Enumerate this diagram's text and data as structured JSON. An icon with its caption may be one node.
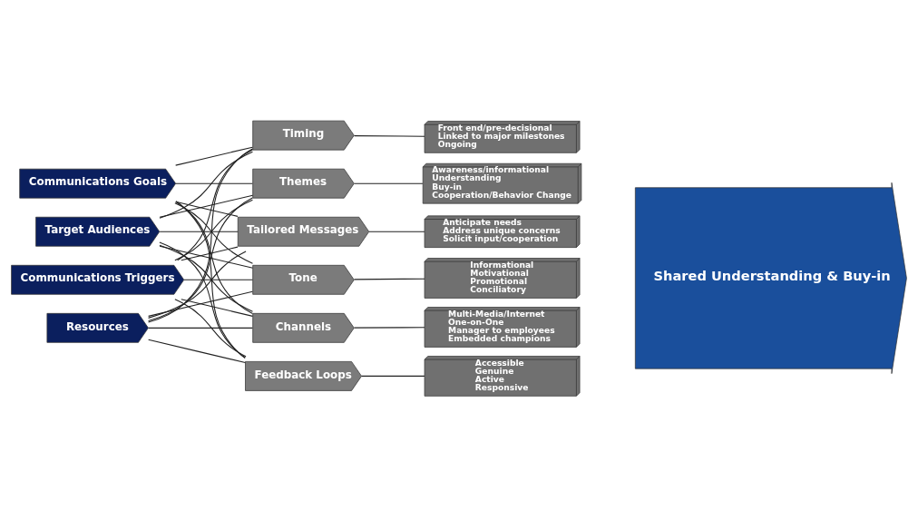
{
  "diagram": {
    "nodes": [
      {
        "text": [
          "Communications Goals"
        ]
      },
      {
        "text": [
          "Target Audiences"
        ]
      },
      {
        "text": [
          "Communications Triggers"
        ]
      },
      {
        "text": [
          "Resources"
        ]
      },
      {
        "text": [
          "Timing"
        ]
      },
      {
        "text": [
          "Themes"
        ]
      },
      {
        "text": [
          "Tailored Messages"
        ]
      },
      {
        "text": [
          "Tone"
        ]
      },
      {
        "text": [
          "Channels"
        ]
      },
      {
        "text": [
          "Feedback Loops"
        ]
      },
      {
        "text": [
          "Front end/pre-decisional",
          "Linked to major milestones",
          "Ongoing"
        ]
      },
      {
        "text": [
          "Awareness/informational",
          "Understanding",
          "Buy-in",
          "Cooperation/Behavior Change"
        ]
      },
      {
        "text": [
          "Anticipate needs",
          "Address unique concerns",
          "Solicit input/cooperation"
        ]
      },
      {
        "text": [
          "Informational",
          "Motivational",
          "Promotional",
          "Conciliatory"
        ]
      },
      {
        "text": [
          "Multi-Media/Internet",
          "One-on-One",
          "Manager to employees",
          "Embedded champions"
        ]
      },
      {
        "text": [
          "Accessible",
          "Genuine",
          "Active",
          "Responsive"
        ]
      },
      {
        "text": [
          "Shared Understanding & Buy-in"
        ]
      }
    ],
    "edges": [
      {
        "from": 0,
        "to": 4,
        "arrow": "none"
      },
      {
        "from": 0,
        "to": 5,
        "arrow": "none"
      },
      {
        "from": 0,
        "to": 6,
        "arrow": "none"
      },
      {
        "from": 0,
        "to": 7,
        "arrow": "none"
      },
      {
        "from": 0,
        "to": 8,
        "arrow": "none"
      },
      {
        "from": 0,
        "to": 9,
        "arrow": "none"
      },
      {
        "from": 1,
        "to": 4,
        "arrow": "none"
      },
      {
        "from": 1,
        "to": 5,
        "arrow": "none"
      },
      {
        "from": 1,
        "to": 6,
        "arrow": "none"
      },
      {
        "from": 1,
        "to": 7,
        "arrow": "none"
      },
      {
        "from": 1,
        "to": 8,
        "arrow": "none"
      },
      {
        "from": 1,
        "to": 9,
        "arrow": "none"
      },
      {
        "from": 2,
        "to": 4,
        "arrow": "none"
      },
      {
        "from": 2,
        "to": 5,
        "arrow": "none"
      },
      {
        "from": 2,
        "to": 6,
        "arrow": "none"
      },
      {
        "from": 2,
        "to": 7,
        "arrow": "none"
      },
      {
        "from": 2,
        "to": 8,
        "arrow": "none"
      },
      {
        "from": 2,
        "to": 9,
        "arrow": "none"
      },
      {
        "from": 3,
        "to": 4,
        "arrow": "none"
      },
      {
        "from": 3,
        "to": 5,
        "arrow": "none"
      },
      {
        "from": 3,
        "to": 6,
        "arrow": "none"
      },
      {
        "from": 3,
        "to": 7,
        "arrow": "none"
      },
      {
        "from": 3,
        "to": 8,
        "arrow": "none"
      },
      {
        "from": 3,
        "to": 9,
        "arrow": "none"
      },
      {
        "from": 4,
        "to": 10,
        "arrow": "none"
      },
      {
        "from": 5,
        "to": 11,
        "arrow": "none"
      },
      {
        "from": 6,
        "to": 12,
        "arrow": "none"
      },
      {
        "from": 7,
        "to": 13,
        "arrow": "none"
      },
      {
        "from": 8,
        "to": 14,
        "arrow": "none"
      },
      {
        "from": 9,
        "to": 15,
        "arrow": "none"
      }
    ]
  }
}
